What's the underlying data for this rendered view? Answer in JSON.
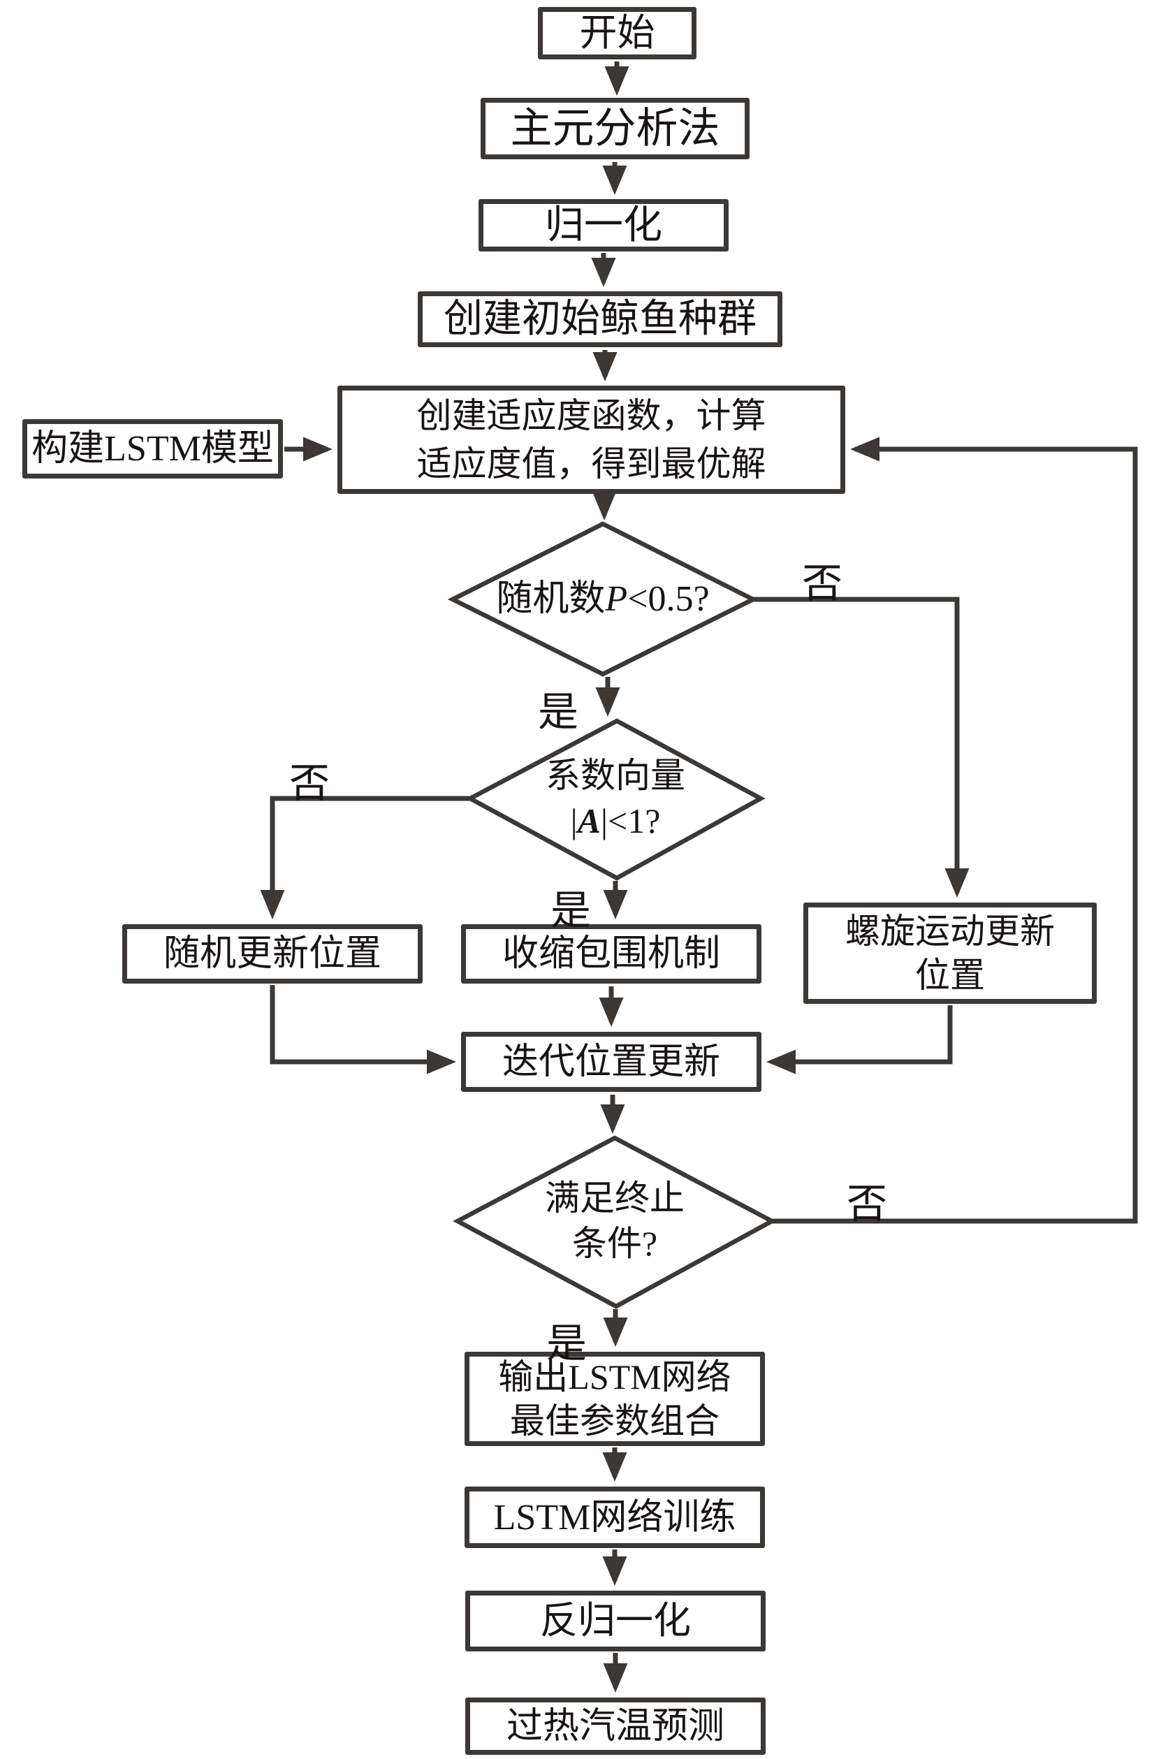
{
  "flowchart": {
    "nodes": {
      "start": {
        "label": "开始"
      },
      "pca": {
        "label": "主元分析法"
      },
      "normalize": {
        "label": "归一化"
      },
      "init_population": {
        "label": "创建初始鲸鱼种群"
      },
      "build_lstm": {
        "label": "构建LSTM模型"
      },
      "fitness": {
        "line1": "创建适应度函数，计算",
        "line2": "适应度值，得到最优解"
      },
      "random_p_decision": {
        "prefix": "随机数",
        "variable": "P",
        "condition": "<0.5?"
      },
      "coeff_a_decision": {
        "line1": "系数向量",
        "abs_open": "|",
        "variable": "A",
        "condition": "|<1?"
      },
      "random_update": {
        "label": "随机更新位置"
      },
      "shrink_encircle": {
        "label": "收缩包围机制"
      },
      "spiral_update": {
        "line1": "螺旋运动更新",
        "line2": "位置"
      },
      "iterate_update": {
        "label": "迭代位置更新"
      },
      "terminate_decision": {
        "line1": "满足终止",
        "line2": "条件?"
      },
      "output_params": {
        "line1": "输出LSTM网络",
        "line2": "最佳参数组合"
      },
      "lstm_train": {
        "label": "LSTM网络训练"
      },
      "denormalize": {
        "label": "反归一化"
      },
      "predict": {
        "label": "过热汽温预测"
      }
    },
    "labels": {
      "yes": "是",
      "no": "否"
    },
    "colors": {
      "line": "#3c3836",
      "text": "#171413",
      "node_bg": "#ffffff"
    }
  }
}
